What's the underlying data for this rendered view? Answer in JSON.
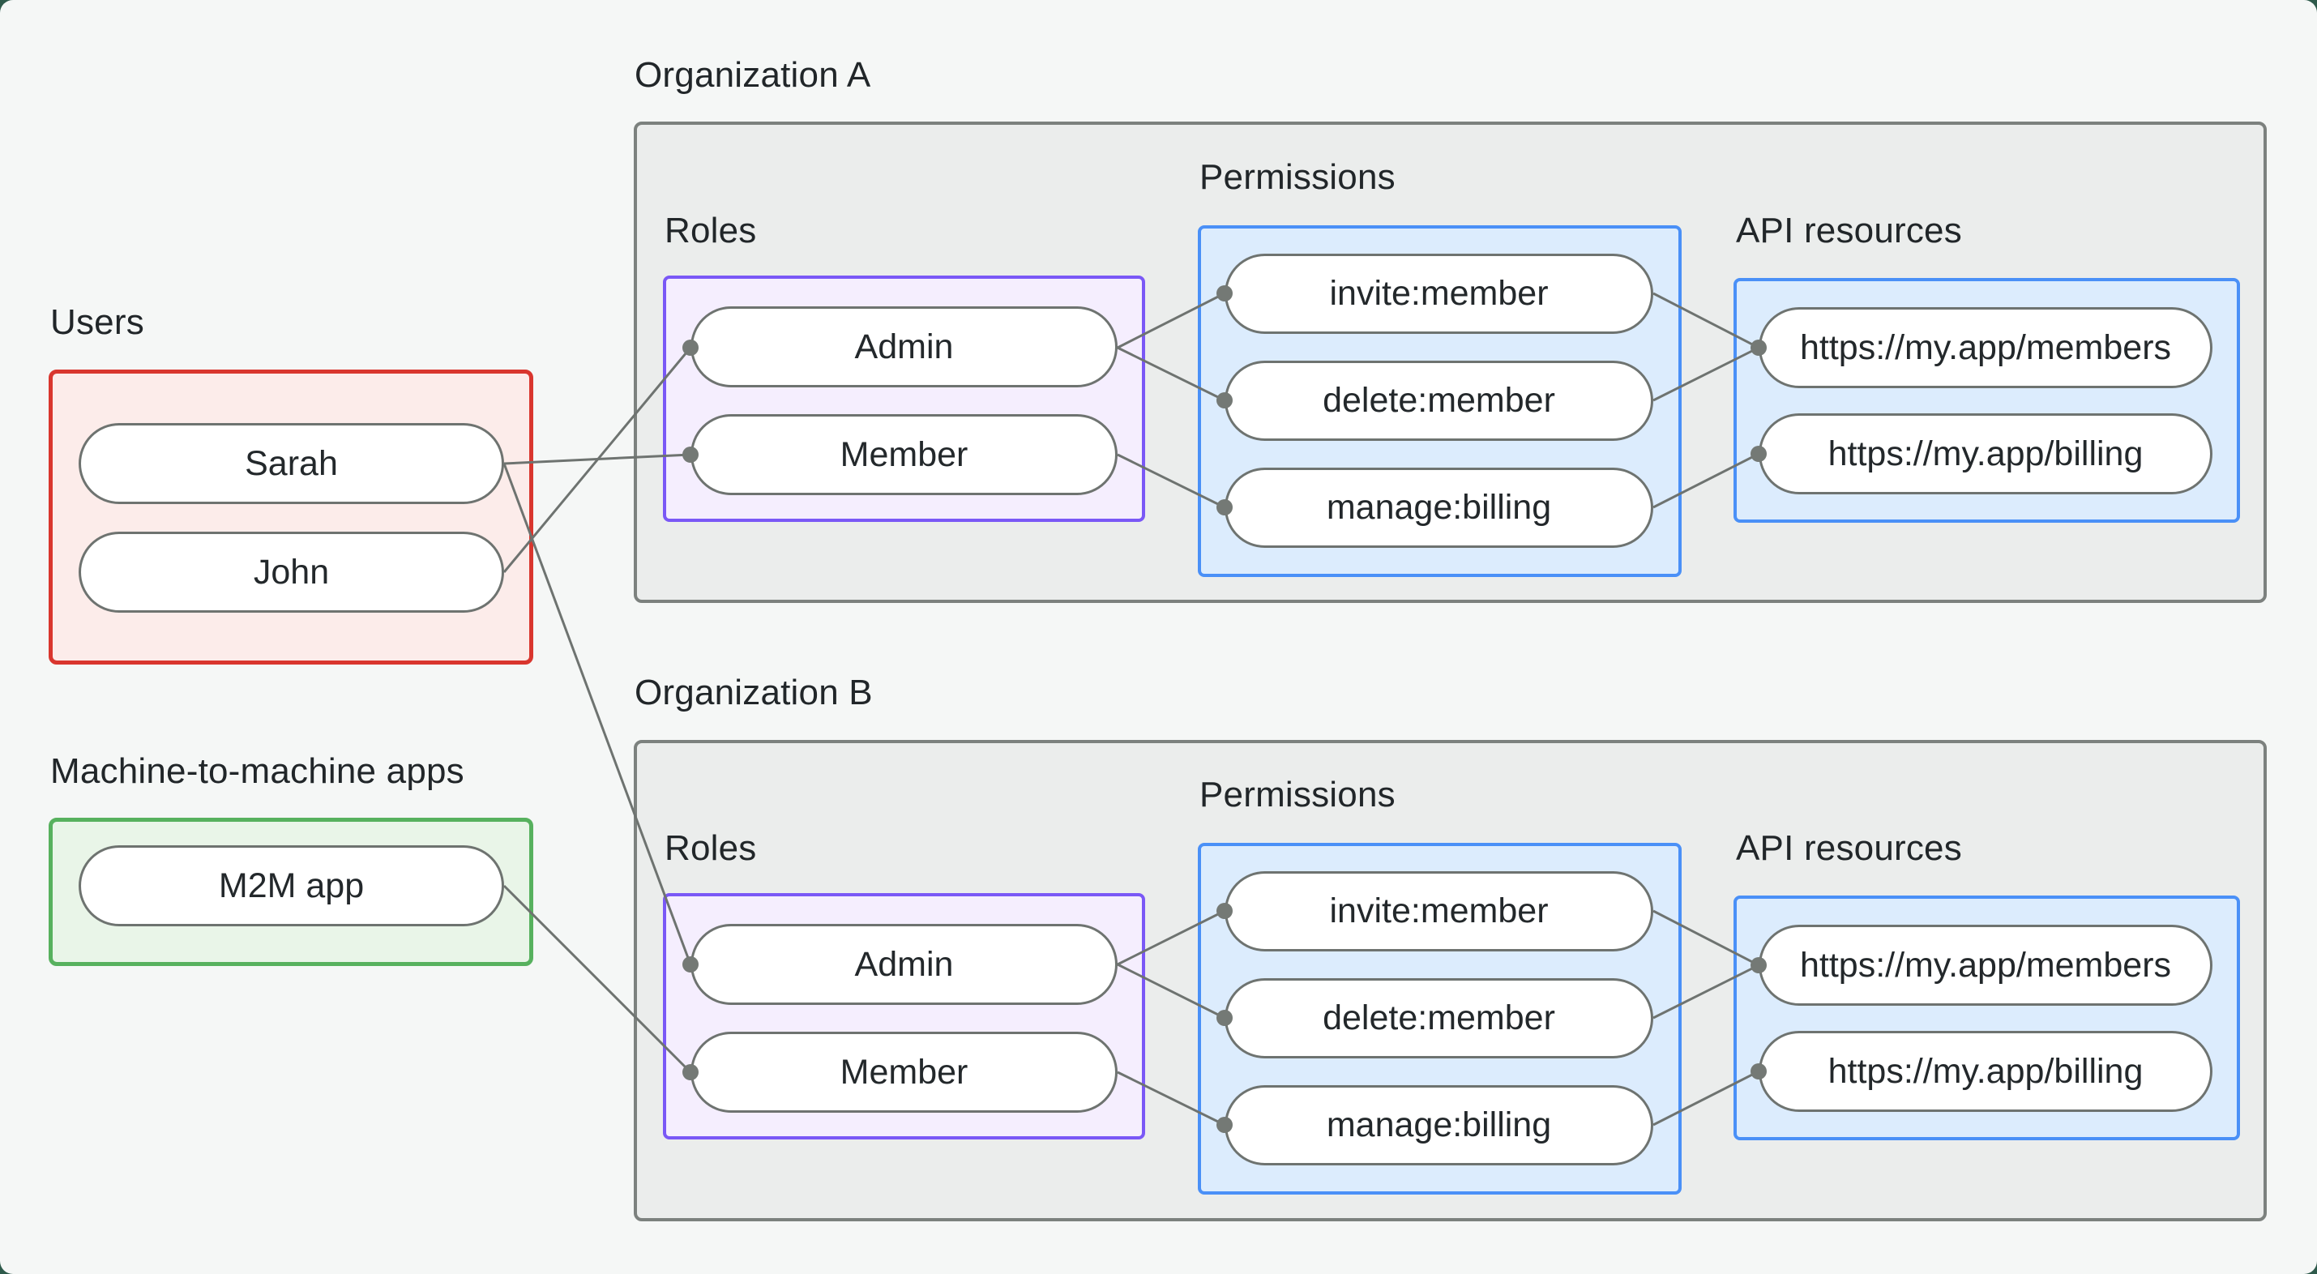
{
  "users": {
    "label": "Users",
    "items": [
      "Sarah",
      "John"
    ]
  },
  "m2m": {
    "label": "Machine-to-machine apps",
    "items": [
      "M2M app"
    ]
  },
  "orgs": [
    {
      "title": "Organization A",
      "roles_label": "Roles",
      "roles": [
        "Admin",
        "Member"
      ],
      "permissions_label": "Permissions",
      "permissions": [
        "invite:member",
        "delete:member",
        "manage:billing"
      ],
      "api_label": "API resources",
      "api_resources": [
        "https://my.app/members",
        "https://my.app/billing"
      ]
    },
    {
      "title": "Organization B",
      "roles_label": "Roles",
      "roles": [
        "Admin",
        "Member"
      ],
      "permissions_label": "Permissions",
      "permissions": [
        "invite:member",
        "delete:member",
        "manage:billing"
      ],
      "api_label": "API resources",
      "api_resources": [
        "https://my.app/members",
        "https://my.app/billing"
      ]
    }
  ],
  "connections": [
    {
      "from": "Sarah",
      "to": "Organization A / Member"
    },
    {
      "from": "John",
      "to": "Organization A / Admin"
    },
    {
      "from": "Sarah",
      "to": "Organization B / Admin"
    },
    {
      "from": "M2M app",
      "to": "Organization B / Member"
    },
    {
      "from": "Organization A / Admin",
      "to": "Organization A / invite:member"
    },
    {
      "from": "Organization A / Admin",
      "to": "Organization A / delete:member"
    },
    {
      "from": "Organization A / Member",
      "to": "Organization A / manage:billing"
    },
    {
      "from": "Organization A / invite:member",
      "to": "Organization A / https://my.app/members"
    },
    {
      "from": "Organization A / delete:member",
      "to": "Organization A / https://my.app/members"
    },
    {
      "from": "Organization A / manage:billing",
      "to": "Organization A / https://my.app/billing"
    },
    {
      "from": "Organization B / Admin",
      "to": "Organization B / invite:member"
    },
    {
      "from": "Organization B / Admin",
      "to": "Organization B / delete:member"
    },
    {
      "from": "Organization B / Member",
      "to": "Organization B / manage:billing"
    },
    {
      "from": "Organization B / invite:member",
      "to": "Organization B / https://my.app/members"
    },
    {
      "from": "Organization B / delete:member",
      "to": "Organization B / https://my.app/members"
    },
    {
      "from": "Organization B / manage:billing",
      "to": "Organization B / https://my.app/billing"
    }
  ],
  "colors": {
    "page_background": "#f5f7f6",
    "outside_corner": "#2e5a4b",
    "org_box_fill": "#ebedec",
    "org_box_border": "#7c817e",
    "users_border": "#d9362e",
    "users_fill": "#fcecea",
    "m2m_border": "#57b15e",
    "m2m_fill": "#e9f5e8",
    "roles_border": "#7a58f6",
    "roles_fill": "#f5eefe",
    "blue_border": "#4a90f7",
    "blue_fill": "#dcecfd",
    "pill_border": "#6e7370",
    "wire": "#6e7370",
    "text": "#23282b"
  }
}
